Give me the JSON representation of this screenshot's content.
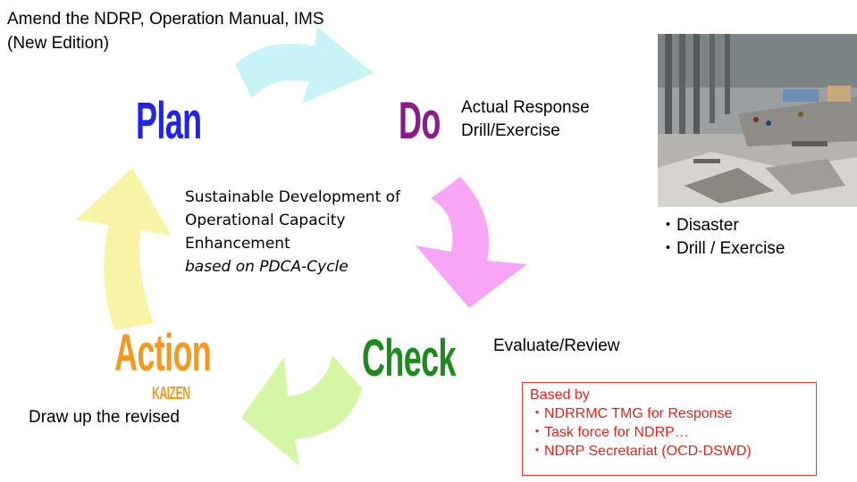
{
  "plan": {
    "heading": "Plan",
    "note_line1": "Amend the NDRP, Operation Manual, IMS",
    "note_line2": "(New Edition)"
  },
  "do": {
    "heading": "Do",
    "note_line1": "Actual Response",
    "note_line2": "Drill/Exercise"
  },
  "check": {
    "heading": "Check",
    "note": "Evaluate/Review"
  },
  "action": {
    "heading": "Action",
    "sub": "KAIZEN",
    "note": "Draw up the revised"
  },
  "center": {
    "line1": "Sustainable Development of",
    "line2": "Operational Capacity",
    "line3": "Enhancement",
    "line4": "based on PDCA-Cycle"
  },
  "photo": {
    "bullet1": "・Disaster",
    "bullet2": "・Drill / Exercise"
  },
  "based_by": {
    "title": "Based by",
    "item1": "・NDRRMC TMG for Response",
    "item2": "・Task force for NDRP…",
    "item3": "・NDRP Secretariat (OCD-DSWD)"
  },
  "colors": {
    "plan": "#1f24e6",
    "do": "#8b1a8b",
    "check": "#1c8a1c",
    "action": "#f39a1e",
    "arrow_top": "#c8f4f8",
    "arrow_right": "#f8a6f4",
    "arrow_bottom": "#d4f7a6",
    "arrow_left": "#f8f4a6",
    "red": "#e0241a"
  }
}
